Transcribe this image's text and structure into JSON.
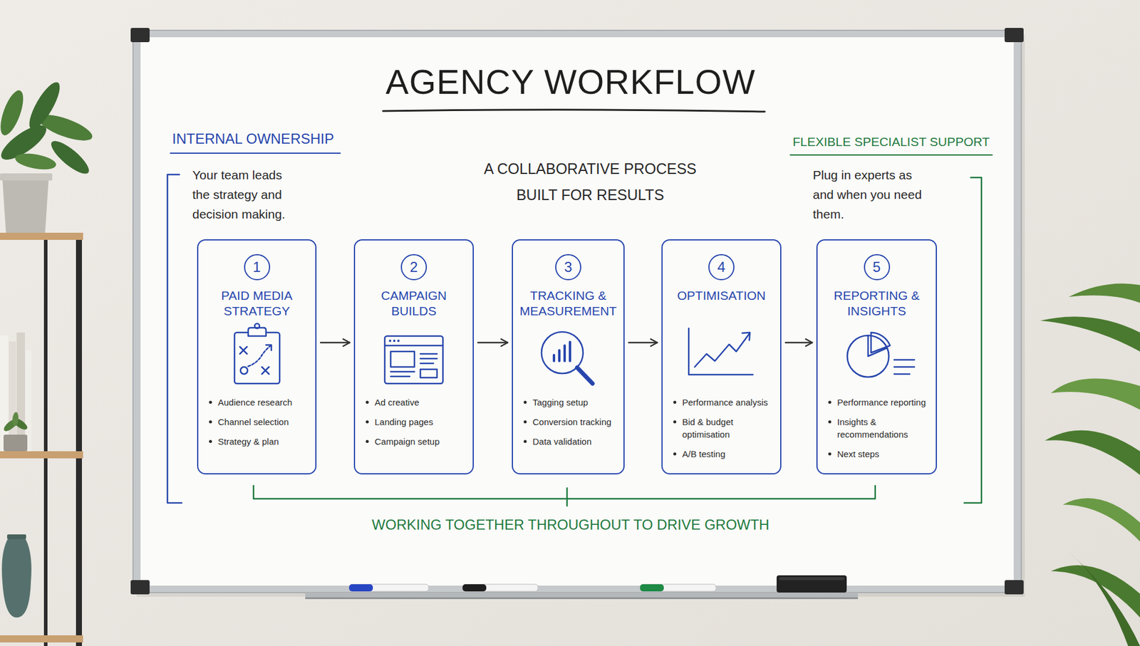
{
  "diagram": {
    "title": "AGENCY WORKFLOW",
    "nodes": [
      {
        "text": [
          "PAID MEDIA STRATEGY",
          "Audience research",
          "Channel selection",
          "Strategy & plan"
        ]
      },
      {
        "text": [
          "1"
        ],
        "in": 0
      },
      {
        "text": [
          "CAMPAIGN BUILDS",
          "Ad creative",
          "Landing pages",
          "Campaign setup"
        ]
      },
      {
        "text": [
          "2"
        ],
        "in": 2
      },
      {
        "text": [
          "TRACKING & MEASUREMENT",
          "Tagging setup",
          "Conversion tracking",
          "Data validation"
        ]
      },
      {
        "text": [
          "3"
        ],
        "in": 4
      },
      {
        "text": [
          "OPTIMISATION",
          "Performance analysis",
          "Bid & budget optimisation",
          "A/B testing"
        ]
      },
      {
        "text": [
          "4"
        ],
        "in": 6
      },
      {
        "text": [
          "REPORTING & INSIGHTS",
          "Performance reporting",
          "Insights & recommendations",
          "Next steps"
        ]
      },
      {
        "text": [
          "5"
        ],
        "in": 8
      }
    ],
    "edges": [
      {
        "from": 0,
        "to": 2,
        "arrow": "to"
      },
      {
        "from": 2,
        "to": 4,
        "arrow": "to"
      },
      {
        "from": 4,
        "to": 6,
        "arrow": "to"
      },
      {
        "from": 6,
        "to": 8,
        "arrow": "to"
      }
    ],
    "labels": [
      "INTERNAL OWNERSHIP",
      "Your team leads the strategy and decision making.",
      "A COLLABORATIVE PROCESS BUILT FOR RESULTS",
      "FLEXIBLE SPECIALIST SUPPORT",
      "Plug in experts as and when you need them.",
      "WORKING TOGETHER THROUGHOUT TO DRIVE GROWTH"
    ]
  }
}
